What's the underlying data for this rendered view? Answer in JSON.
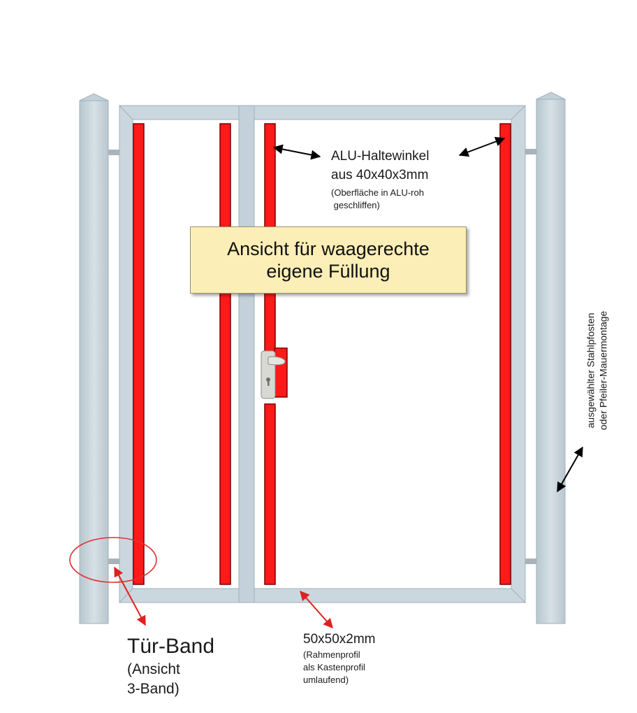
{
  "title": {
    "line1": "Ansicht für waagerechte",
    "line2": "eigene Füllung"
  },
  "annotations": {
    "bracket": {
      "line1": "ALU-Haltewinkel",
      "line2": "aus 40x40x3mm",
      "line3": "(Oberfläche in ALU-roh",
      "line4": " geschliffen)"
    },
    "post": {
      "line1": "ausgewählter Stahlpfosten",
      "line2": "oder Pfeiler-Mauermontage"
    },
    "hinge": {
      "line1": "Tür-Band",
      "line2": "(Ansicht",
      "line3": "3-Band)"
    },
    "frame": {
      "line1": "50x50x2mm",
      "line2": "(Rahmenprofil",
      "line3": "als Kastenprofil",
      "line4": "umlaufend)"
    }
  },
  "colors": {
    "frame": "#c9d6de",
    "frame_edge": "#9fb0ba",
    "bracket": "#ff1a1a",
    "highlight_circle": "#e03030",
    "arrow_black": "#000000",
    "arrow_red": "#e02020",
    "title_fill": "#fbeeb6",
    "hinge_pin": "#a9b3b9",
    "handle": "#d9d9d4"
  }
}
